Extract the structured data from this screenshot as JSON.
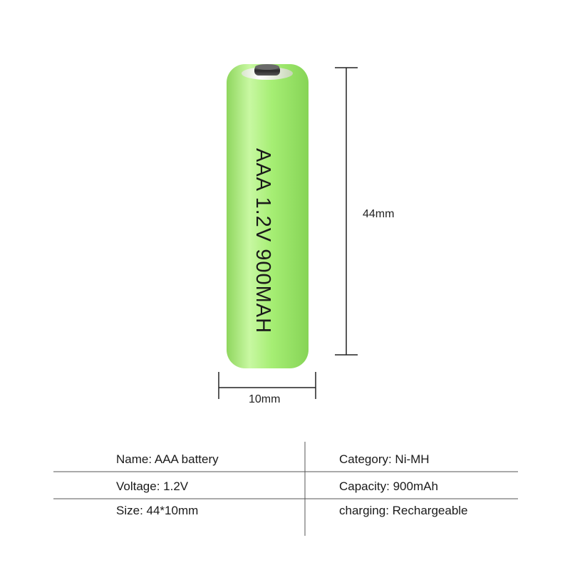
{
  "battery": {
    "label": "AAA 1.2V 900MAH",
    "body_color": "#a9f079",
    "cap_color": "#dfe6d8",
    "terminal_color": "#3a3a3a"
  },
  "dimensions": {
    "height_label": "44mm",
    "width_label": "10mm"
  },
  "specs": {
    "rows": [
      {
        "left": "Name: AAA battery",
        "right": "Category: Ni-MH"
      },
      {
        "left": "Voltage: 1.2V",
        "right": "Capacity: 900mAh"
      },
      {
        "left": "Size: 44*10mm",
        "right": "charging: Rechargeable"
      }
    ]
  },
  "colors": {
    "line": "#222222",
    "table_line": "#555555"
  }
}
